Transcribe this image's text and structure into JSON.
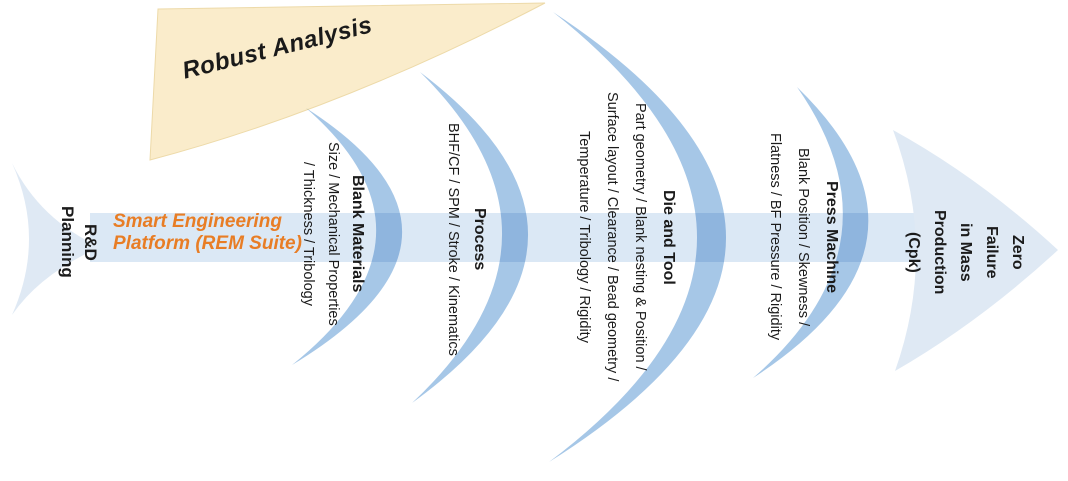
{
  "colors": {
    "crescent": "#a6c7e7",
    "spine_band": "#dbe8f5",
    "tail": "#dfe9f4",
    "arrow": "#dfe9f4",
    "robust_fill": "#faeccb",
    "robust_edge": "#eddaa9",
    "accent_orange": "#e87d25",
    "text": "#1b1b1b"
  },
  "tail": {
    "lines": [
      "R&D",
      "Planning"
    ]
  },
  "spine_label": {
    "lines": [
      "Smart Engineering",
      "Platform (REM Suite)"
    ]
  },
  "robust_analysis": {
    "label": "Robust Analysis"
  },
  "sections": [
    {
      "title": "Blank Materials",
      "lines": [
        "Size / Mechanical Properties",
        "/ Thickness / Tribology"
      ]
    },
    {
      "title": "Process",
      "lines": [
        "BHF/CF / SPM / Stroke / Kinematics"
      ]
    },
    {
      "title": "Die and Tool",
      "lines": [
        "Part geometry / Blank nesting & Position /",
        "Surface layout / Clearance / Bead geometry /",
        "Temperature / Tribology / Rigidity"
      ]
    },
    {
      "title": "Press Machine",
      "lines": [
        "Blank Position / Skewness /",
        "Flatness / BF Pressure / Rigidity"
      ]
    }
  ],
  "outcome": {
    "lines": [
      "Zero",
      "Failure",
      "in Mass",
      "Production",
      "(Cpk)"
    ]
  }
}
